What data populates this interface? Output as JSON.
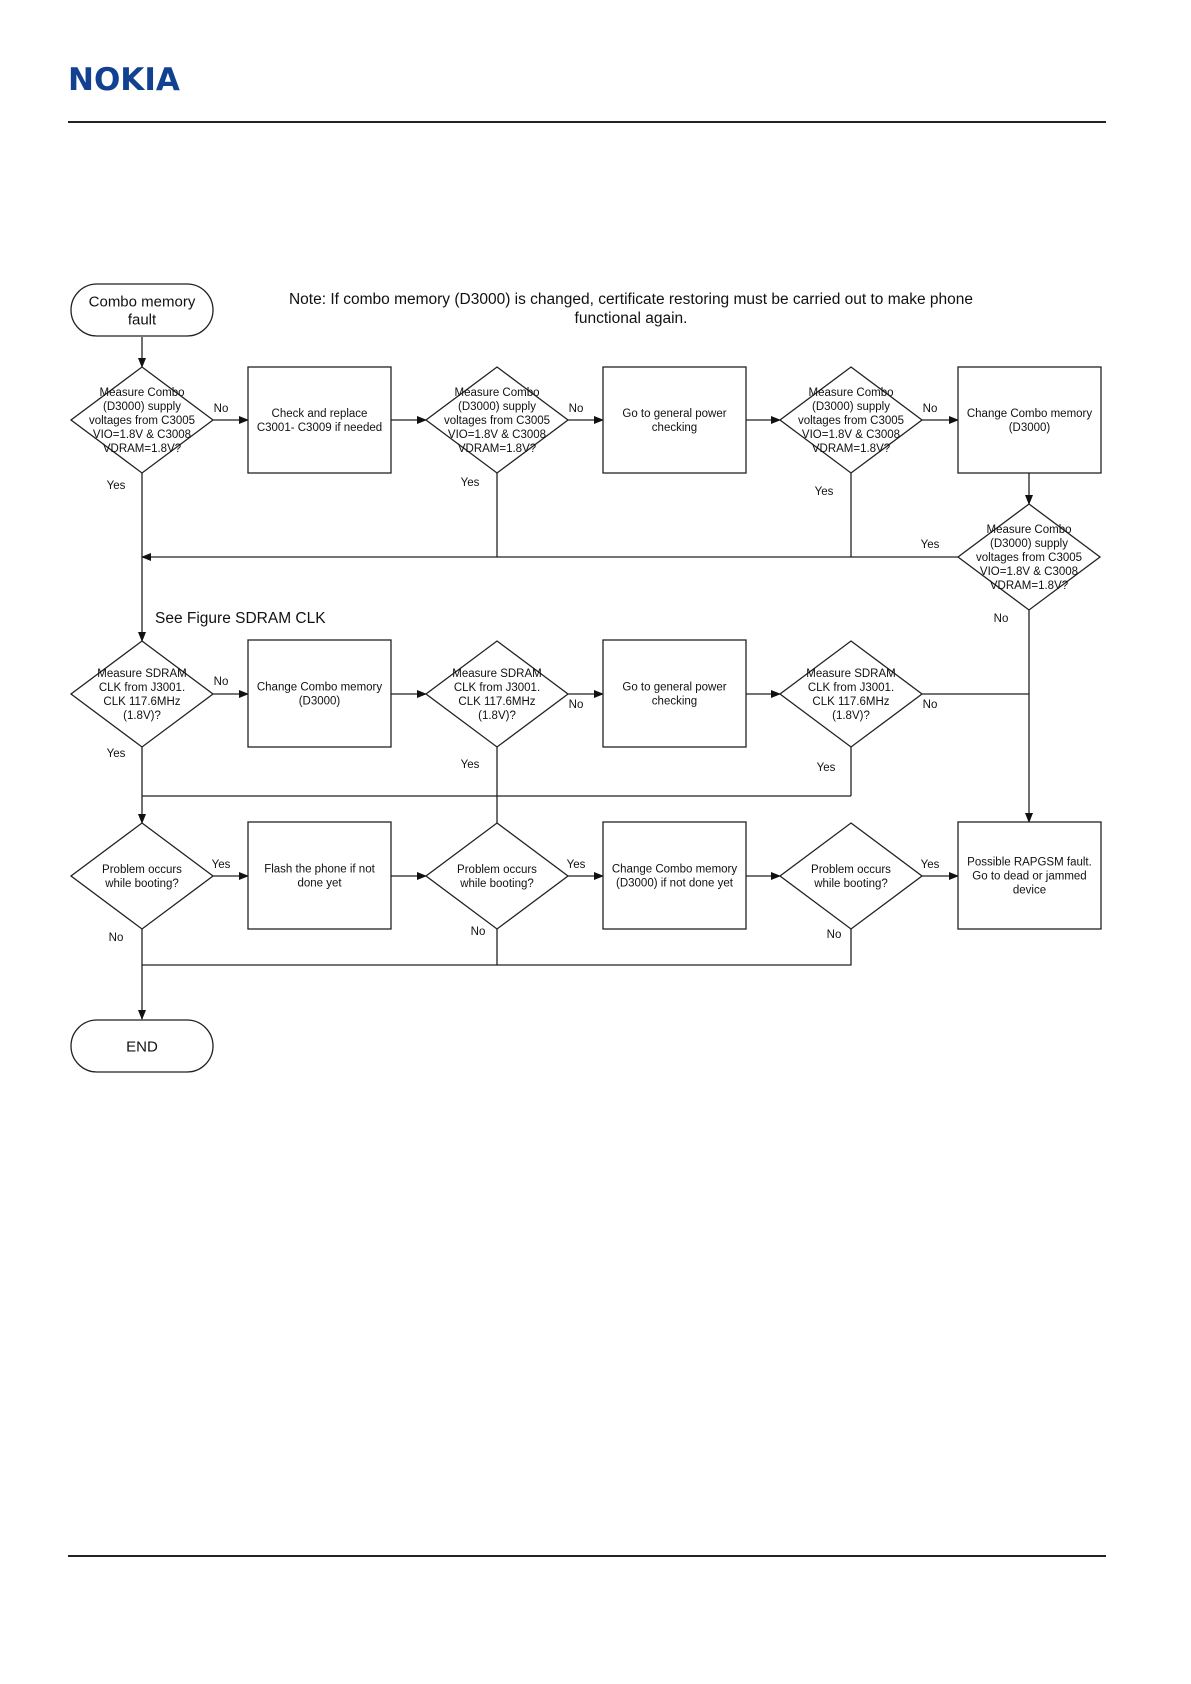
{
  "header": {
    "logo_text": "NOKIA"
  },
  "flowchart": {
    "start": [
      "Combo memory",
      "fault"
    ],
    "end": "END",
    "note": [
      "Note: If combo memory (D3000) is changed, certificate restoring must be carried out to make phone",
      "functional again."
    ],
    "see_figure": "See Figure SDRAM CLK",
    "decisions": {
      "supply": [
        "Measure Combo",
        "(D3000) supply",
        "voltages from C3005",
        "VIO=1.8V & C3008",
        "VDRAM=1.8V?"
      ],
      "clk": [
        "Measure SDRAM",
        "CLK from J3001.",
        "CLK 117.6MHz",
        "(1.8V)?"
      ],
      "boot": [
        "Problem occurs",
        "while booting?"
      ]
    },
    "processes": {
      "check_replace": [
        "Check and replace",
        "C3001- C3009 if needed"
      ],
      "general_power": [
        "Go to general power",
        "checking"
      ],
      "change_combo": [
        "Change Combo memory",
        "(D3000)"
      ],
      "flash": [
        "Flash the phone if not",
        "done yet"
      ],
      "change_combo_if": [
        "Change Combo memory",
        "(D3000) if not done yet"
      ],
      "rapgsm": [
        "Possible RAPGSM fault.",
        "Go to dead or jammed",
        "device"
      ]
    },
    "labels": {
      "yes": "Yes",
      "no": "No"
    }
  }
}
